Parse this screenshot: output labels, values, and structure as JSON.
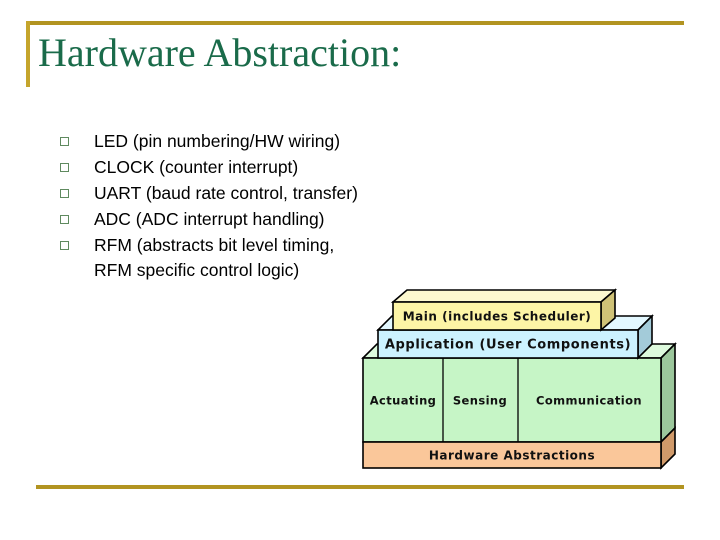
{
  "slide": {
    "title": "Hardware Abstraction:",
    "title_color": "#1a6b4a",
    "accent_color": "#b29421",
    "background": "#ffffff"
  },
  "bullets": {
    "marker_icon": "hollow-square-bullet-icon",
    "marker_color": "#5f8a5f",
    "items": [
      {
        "text": "LED (pin numbering/HW wiring)"
      },
      {
        "text": "CLOCK (counter interrupt)"
      },
      {
        "text": "UART (baud rate control, transfer)"
      },
      {
        "text": "ADC (ADC interrupt handling)"
      },
      {
        "text": "RFM (abstracts bit level timing,\nRFM specific control logic)"
      }
    ]
  },
  "diagram": {
    "name": "tinyos-layer-stack-diagram",
    "layers": {
      "main": {
        "label": "Main (includes Scheduler)",
        "face_color": "#fdf5a6",
        "side_color": "#cfc277",
        "top_color": "#fdf9cf"
      },
      "application": {
        "label": "Application (User Components)",
        "face_color": "#ccf2ff",
        "side_color": "#a3cbd9",
        "top_color": "#e3f8ff"
      },
      "components": {
        "face_color": "#c6f5c6",
        "side_color": "#9cc79c",
        "top_color": "#ddfadd",
        "cells": [
          {
            "label": "Actuating"
          },
          {
            "label": "Sensing"
          },
          {
            "label": "Communication"
          }
        ]
      },
      "hardware": {
        "label": "Hardware Abstractions",
        "face_color": "#fac79a",
        "side_color": "#d09a6a"
      }
    }
  }
}
